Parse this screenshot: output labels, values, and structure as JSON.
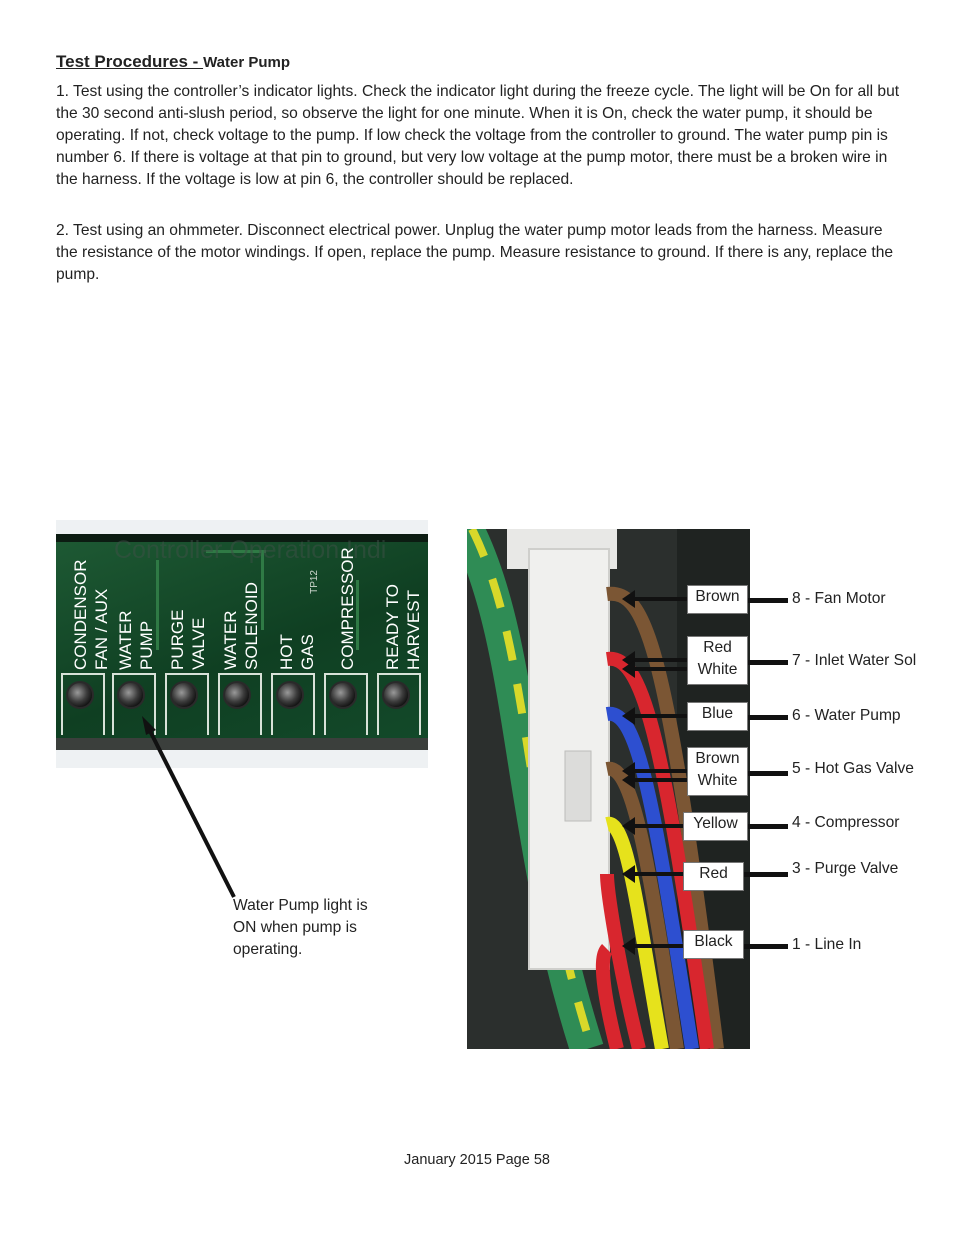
{
  "heading": {
    "title": "Test Procedures - ",
    "subtitle": "Water Pump"
  },
  "paragraphs": [
    "1. Test using the controller’s indicator lights. Check the indicator light during the freeze cycle. The light will be On for all but the 30 second anti-slush period, so observe the light for one minute. When it is On, check the water pump, it should be operating. If not, check voltage to the pump. If low check the voltage from the controller to ground. The water pump pin is number 6. If there is voltage at that pin to ground, but very low voltage at the pump motor, there must be a broken wire in the harness. If the voltage is low at pin 6, the controller should be replaced.",
    "2. Test using an ohmmeter. Disconnect electrical power. Unplug the water pump motor leads from the harness. Measure the resistance of the motor windings. If open, replace the pump. Measure resistance to ground. If there is any, replace the pump."
  ],
  "board": {
    "ghost_text": "Controller Operation Indi",
    "test_point": "TP12",
    "labels": [
      "CONDENSOR\nFAN / AUX",
      "WATER\nPUMP",
      "PURGE\nVALVE",
      "WATER\nSOLENOID",
      "HOT\nGAS",
      "COMPRESSOR",
      "READY TO\nHARVEST"
    ]
  },
  "callout": "Water Pump light is\nON when pump is\noperating.",
  "harness": {
    "wires": [
      {
        "label": "Brown",
        "pin": "8 - Fan Motor",
        "color": "#7b5634"
      },
      {
        "label": "Red\nWhite",
        "pin": "7 - Inlet Water Sol",
        "color": "#d8262e"
      },
      {
        "label": "Blue",
        "pin": "6 - Water Pump",
        "color": "#2d4fd0"
      },
      {
        "label": "Brown\nWhite",
        "pin": "5 - Hot Gas Valve",
        "color": "#7b5634"
      },
      {
        "label": "Yellow",
        "pin": "4 - Compressor",
        "color": "#e6e21c"
      },
      {
        "label": "Red",
        "pin": "3 - Purge Valve",
        "color": "#d8262e"
      },
      {
        "label": "Black",
        "pin": "1 - Line In",
        "color": "#111111"
      }
    ]
  },
  "footer": "January 2015 Page 58"
}
